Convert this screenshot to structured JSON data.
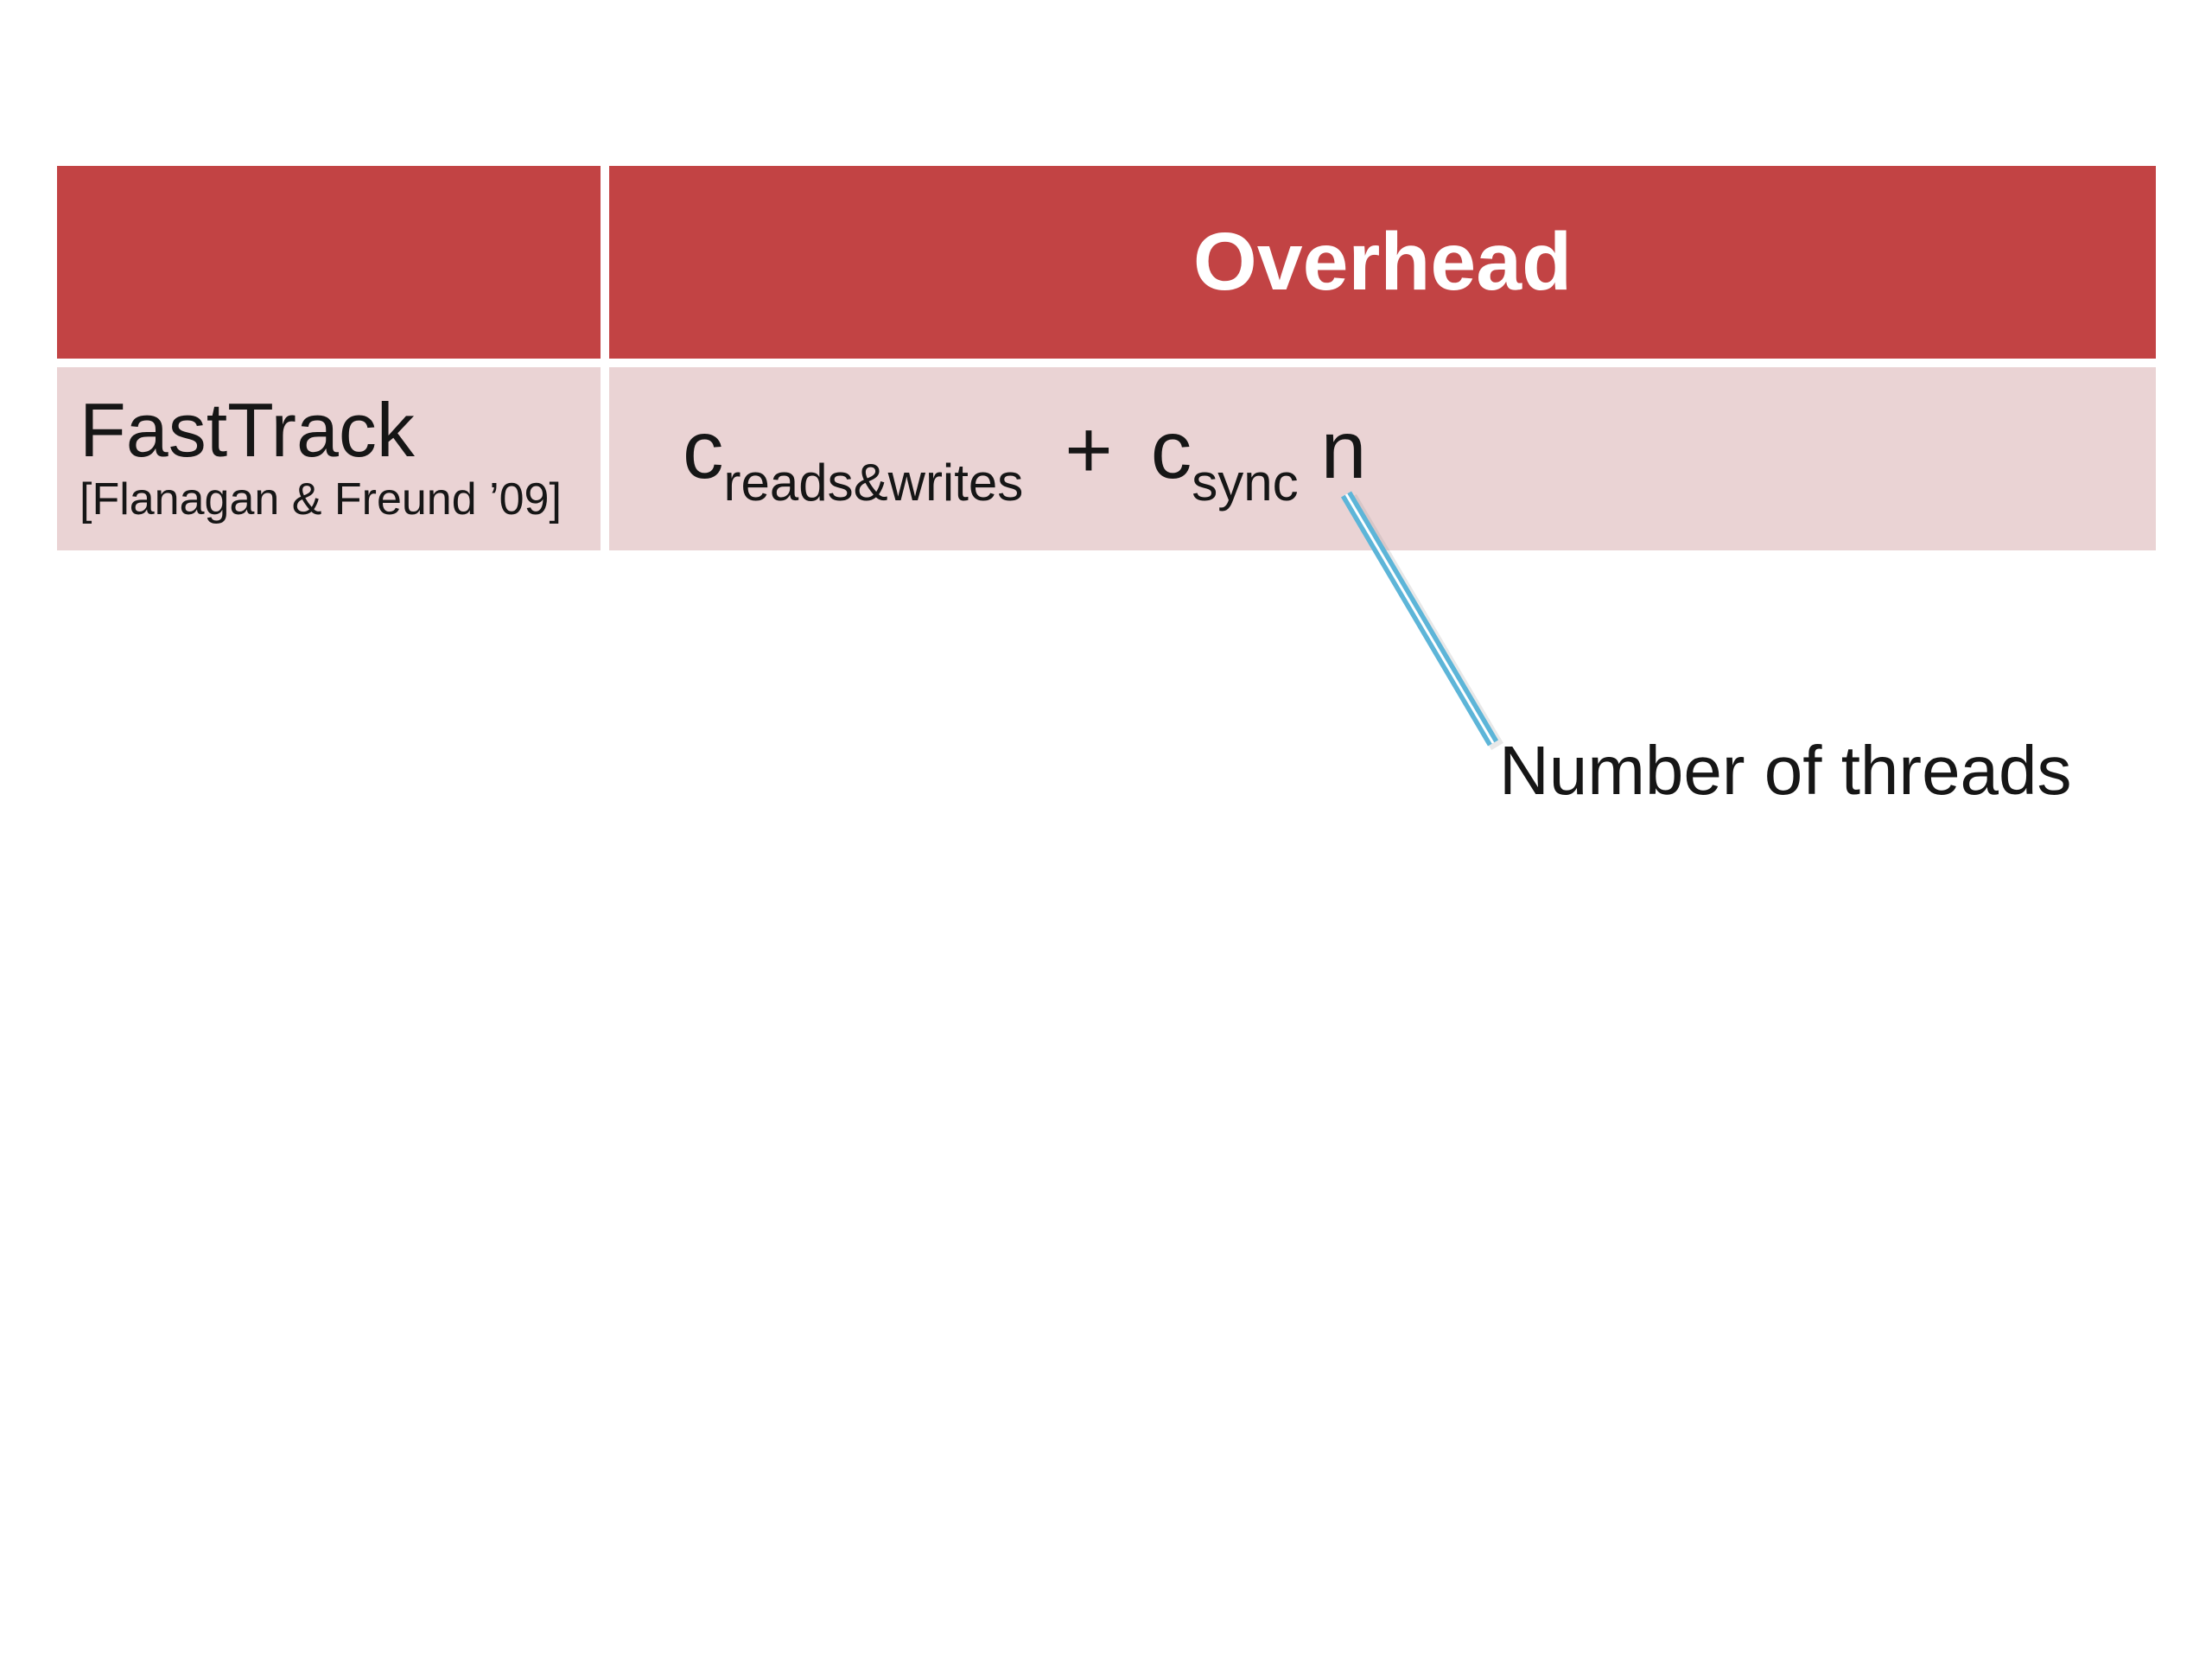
{
  "table": {
    "header": {
      "empty_label": "",
      "overhead_label": "Overhead"
    },
    "row": {
      "tool": "FastTrack",
      "citation": "[Flanagan & Freund ’09]"
    }
  },
  "formula": {
    "c1": "c",
    "sub1": "reads&writes",
    "plus": "+",
    "c2": "c",
    "sub2": "sync",
    "n": "n"
  },
  "callout": {
    "label": "Number of threads"
  },
  "colors": {
    "header_bg": "#c24344",
    "header_text": "#ffffff",
    "row_bg": "#ead3d4",
    "text": "#161616",
    "line_color": "#5db5d8",
    "line_core_color": "#ffffff",
    "slide_bg": "#ffffff"
  }
}
